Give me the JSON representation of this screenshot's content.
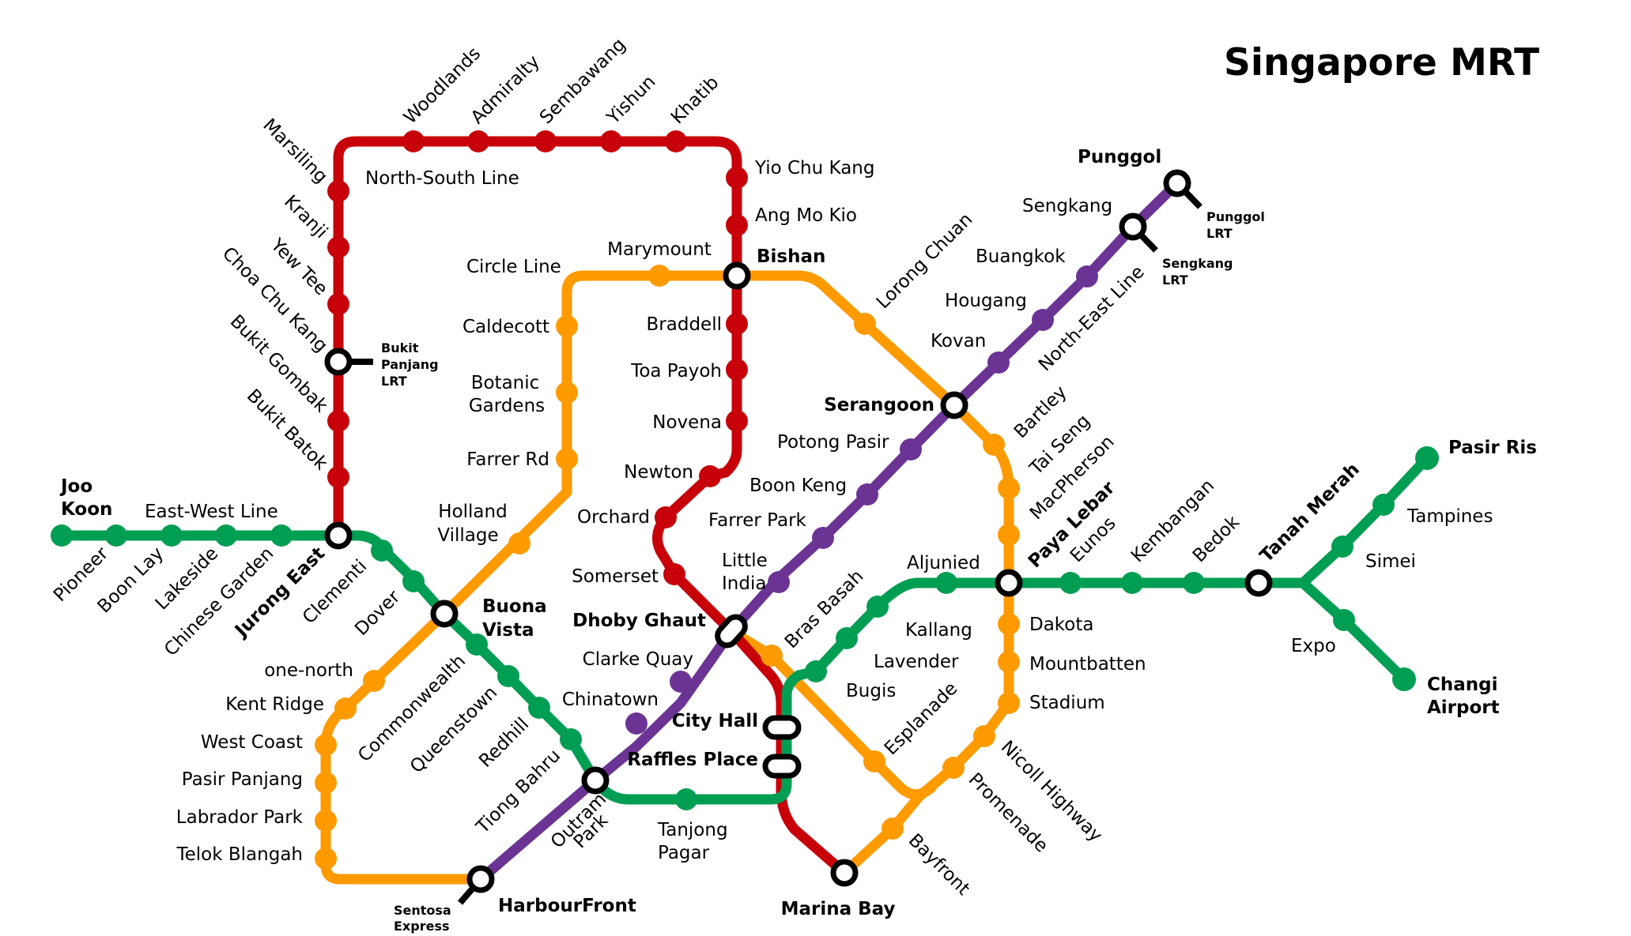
{
  "title": "Singapore MRT",
  "colors": {
    "ns": "#C8000A",
    "ew": "#009E52",
    "cc": "#FF9A00",
    "ne": "#6B3494",
    "ns_label": "#8B0A0A",
    "cc_label": "#FF6A10",
    "ew_label": "#009E52",
    "ne_label": "#6B3494",
    "interchange_ring": "#000000",
    "background": "#FFFFFF"
  },
  "lines": {
    "ns": {
      "name": "North-South Line"
    },
    "ew": {
      "name": "East-West Line"
    },
    "cc": {
      "name": "Circle Line"
    },
    "ne": {
      "name": "North-East Line"
    }
  },
  "stations": {
    "woodlands": "Woodlands",
    "admiralty": "Admiralty",
    "sembawang": "Sembawang",
    "yishun": "Yishun",
    "khatib": "Khatib",
    "yio_chu_kang": "Yio Chu Kang",
    "ang_mo_kio": "Ang Mo Kio",
    "bishan": "Bishan",
    "braddell": "Braddell",
    "toa_payoh": "Toa Payoh",
    "novena": "Novena",
    "newton": "Newton",
    "orchard": "Orchard",
    "somerset": "Somerset",
    "dhoby_ghaut": "Dhoby Ghaut",
    "city_hall": "City Hall",
    "raffles_place": "Raffles Place",
    "marina_bay": "Marina Bay",
    "marsiling": "Marsiling",
    "kranji": "Kranji",
    "yew_tee": "Yew Tee",
    "choa_chu_kang": "Choa Chu Kang",
    "bukit_gombak": "Bukit Gombak",
    "bukit_batok": "Bukit Batok",
    "jurong_east": "Jurong East",
    "joo_koon_1": "Joo",
    "joo_koon_2": "Koon",
    "pioneer": "Pioneer",
    "boon_lay": "Boon Lay",
    "lakeside": "Lakeside",
    "chinese_garden": "Chinese Garden",
    "clementi": "Clementi",
    "dover": "Dover",
    "buona_vista_1": "Buona",
    "buona_vista_2": "Vista",
    "commonwealth": "Commonwealth",
    "queenstown": "Queenstown",
    "redhill": "Redhill",
    "tiong_bahru": "Tiong Bahru",
    "outram_park_1": "Outram",
    "outram_park_2": "Park",
    "tanjong_pagar_1": "Tanjong",
    "tanjong_pagar_2": "Pagar",
    "bugis": "Bugis",
    "lavender": "Lavender",
    "kallang": "Kallang",
    "aljunied": "Aljunied",
    "paya_lebar": "Paya Lebar",
    "eunos": "Eunos",
    "kembangan": "Kembangan",
    "bedok": "Bedok",
    "tanah_merah": "Tanah Merah",
    "simei": "Simei",
    "tampines": "Tampines",
    "pasir_ris": "Pasir Ris",
    "expo": "Expo",
    "changi_airport_1": "Changi",
    "changi_airport_2": "Airport",
    "marymount": "Marymount",
    "caldecott": "Caldecott",
    "botanic_gardens_1": "Botanic",
    "botanic_gardens_2": "Gardens",
    "farrer_rd": "Farrer Rd",
    "holland_village_1": "Holland",
    "holland_village_2": "Village",
    "one_north": "one-north",
    "kent_ridge": "Kent Ridge",
    "west_coast": "West Coast",
    "pasir_panjang": "Pasir Panjang",
    "labrador_park": "Labrador Park",
    "telok_blangah": "Telok Blangah",
    "harbourfront": "HarbourFront",
    "lorong_chuan": "Lorong Chuan",
    "serangoon": "Serangoon",
    "bartley": "Bartley",
    "tai_seng": "Tai Seng",
    "macpherson": "MacPherson",
    "dakota": "Dakota",
    "mountbatten": "Mountbatten",
    "stadium": "Stadium",
    "nicoll_highway": "Nicoll Highway",
    "promenade": "Promenade",
    "esplanade": "Esplanade",
    "bras_basah": "Bras Basah",
    "bayfront": "Bayfront",
    "clarke_quay": "Clarke Quay",
    "chinatown": "Chinatown",
    "little_india_1": "Little",
    "little_india_2": "India",
    "farrer_park": "Farrer Park",
    "boon_keng": "Boon Keng",
    "potong_pasir": "Potong Pasir",
    "kovan": "Kovan",
    "hougang": "Hougang",
    "buangkok": "Buangkok",
    "sengkang": "Sengkang",
    "punggol": "Punggol"
  },
  "connections": {
    "bukit_panjang_lrt": [
      "Bukit",
      "Panjang",
      "LRT"
    ],
    "sengkang_lrt": [
      "Sengkang",
      "LRT"
    ],
    "punggol_lrt": [
      "Punggol",
      "LRT"
    ],
    "sentosa_express": [
      "Sentosa",
      "Express"
    ]
  }
}
